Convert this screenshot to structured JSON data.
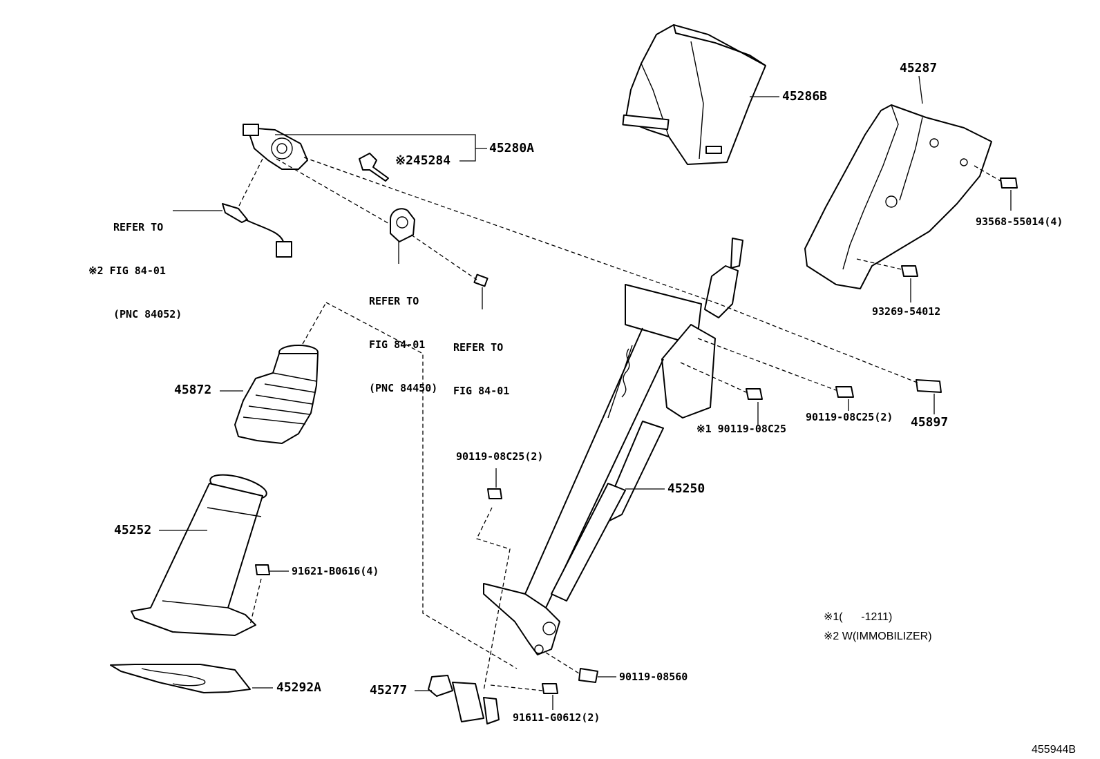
{
  "labels": {
    "p45286b": "45286B",
    "p45287": "45287",
    "p45280a": "45280A",
    "p45284": "※245284",
    "p93568": "93568-55014(4)",
    "p93269": "93269-54012",
    "ref_fig_84052": [
      "REFER TO",
      "※2 FIG 84-01",
      "(PNC 84052)"
    ],
    "ref_fig_84450": [
      "REFER TO",
      "FIG 84-01",
      "(PNC 84450)"
    ],
    "ref_fig_84": [
      "REFER TO",
      "FIG 84-01"
    ],
    "p45872": "45872",
    "p90119_mid": "90119-08C25(2)",
    "p45897": "45897",
    "p90119_note1": "※1 90119-08C25",
    "p90119_left": "90119-08C25(2)",
    "p45250": "45250",
    "p45252": "45252",
    "p91621": "91621-B0616(4)",
    "p45292a": "45292A",
    "p45277": "45277",
    "p90119_08560": "90119-08560",
    "p91611": "91611-G0612(2)"
  },
  "notes": {
    "note1": "※1(      -1211)",
    "note2": "※2 W(IMMOBILIZER)"
  },
  "figure_id": "455944B"
}
